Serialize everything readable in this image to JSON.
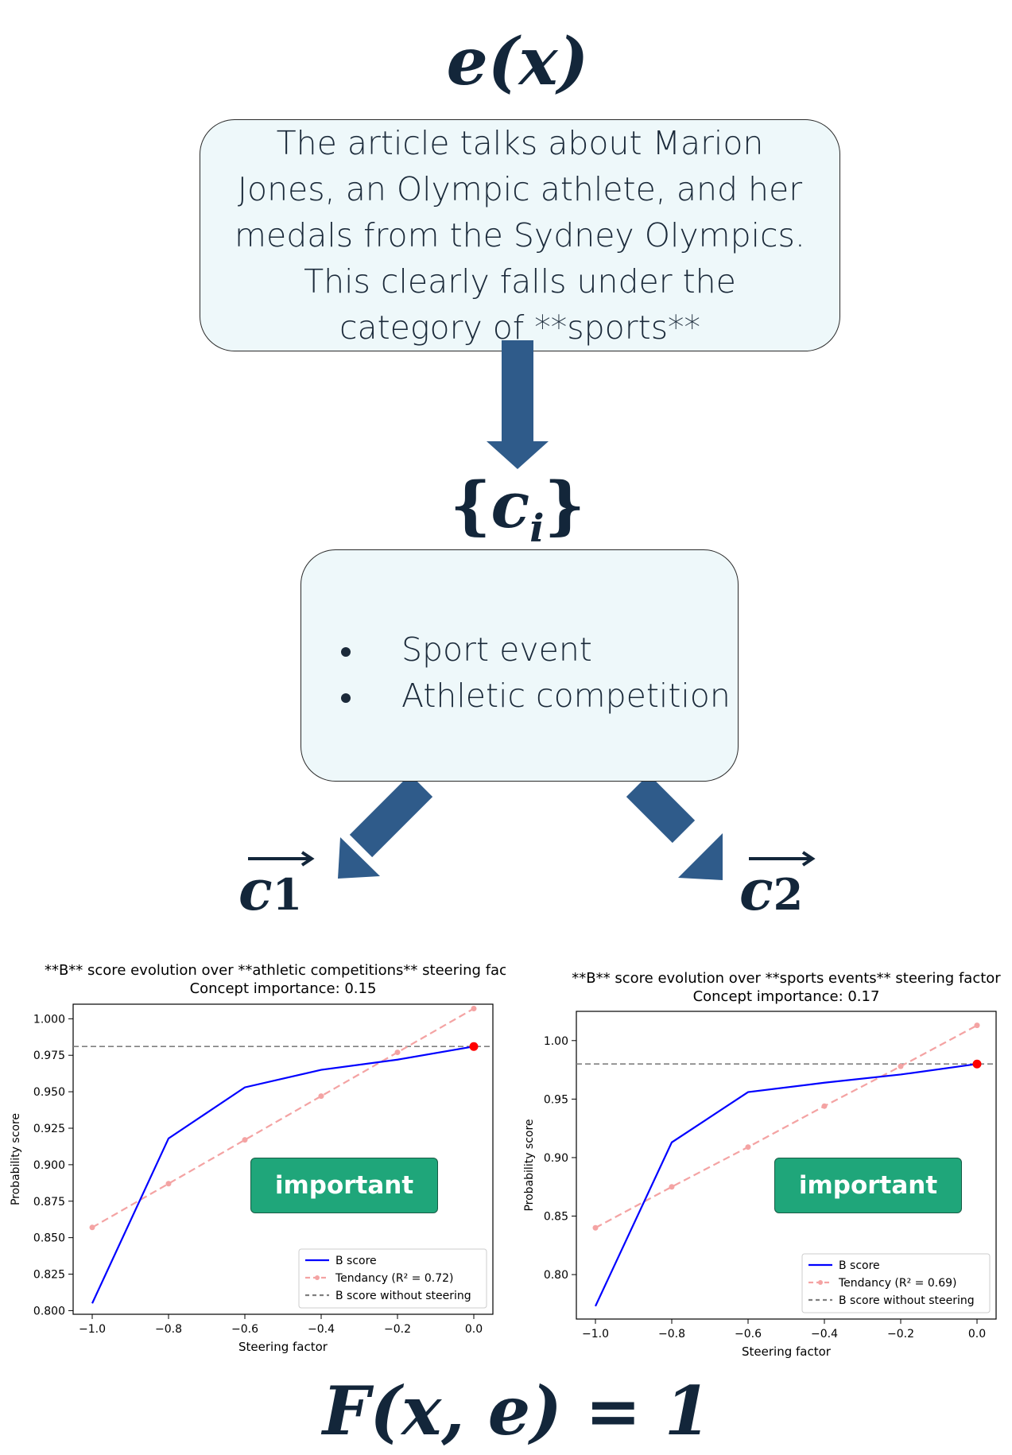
{
  "explanation": {
    "label": "e(x)",
    "text": "The article talks about Marion Jones, an Olympic athlete, and her medals from the Sydney Olympics. This clearly falls under the category of **sports**"
  },
  "concepts": {
    "label": "{c_i}",
    "items": [
      "Sport event",
      "Athletic competition"
    ]
  },
  "vectors": [
    {
      "base": "c",
      "sub": "1"
    },
    {
      "base": "c",
      "sub": "2"
    }
  ],
  "formula": "F(x, e) = 1",
  "colors": {
    "arrow": "#2f5b8a",
    "box_fill": "#eef8fa",
    "badge": "#1fa67a",
    "b_score": "#0000ff",
    "tendancy": "#f4a3a3",
    "baseline": "#808080",
    "endpoint": "#ff0000"
  },
  "chart_data": [
    {
      "type": "line",
      "title": "**B** score evolution over **athletic competitions** steering facto",
      "subtitle": "Concept importance: 0.15",
      "xlabel": "Steering factor",
      "ylabel": "Probability score",
      "xlim": [
        -1.05,
        0.05
      ],
      "ylim": [
        0.7975,
        1.01
      ],
      "xticks": [
        -1.0,
        -0.8,
        -0.6,
        -0.4,
        -0.2,
        0.0
      ],
      "xtick_labels": [
        "−1.0",
        "−0.8",
        "−0.6",
        "−0.4",
        "−0.2",
        "0.0"
      ],
      "yticks": [
        0.8,
        0.825,
        0.85,
        0.875,
        0.9,
        0.925,
        0.95,
        0.975,
        1.0
      ],
      "ytick_labels": [
        "0.800",
        "0.825",
        "0.850",
        "0.875",
        "0.900",
        "0.925",
        "0.950",
        "0.975",
        "1.000"
      ],
      "x": [
        -1.0,
        -0.8,
        -0.6,
        -0.4,
        -0.2,
        0.0
      ],
      "series": [
        {
          "name": "B score",
          "style": "solid",
          "values": [
            0.805,
            0.918,
            0.953,
            0.965,
            0.972,
            0.981
          ]
        },
        {
          "name": "Tendancy (R² = 0.72)",
          "style": "dashed-markers",
          "values": [
            0.857,
            0.887,
            0.917,
            0.947,
            0.977,
            1.007
          ]
        },
        {
          "name": "B score without steering",
          "style": "dashed",
          "values": [
            0.981,
            0.981,
            0.981,
            0.981,
            0.981,
            0.981
          ]
        }
      ],
      "highlight_point": [
        0.0,
        0.981
      ],
      "legend": "lower-right",
      "badge": "important"
    },
    {
      "type": "line",
      "title": "**B** score evolution over **sports events** steering factor",
      "subtitle": "Concept importance: 0.17",
      "xlabel": "Steering factor",
      "ylabel": "Probability score",
      "xlim": [
        -1.05,
        0.05
      ],
      "ylim": [
        0.762,
        1.025
      ],
      "xticks": [
        -1.0,
        -0.8,
        -0.6,
        -0.4,
        -0.2,
        0.0
      ],
      "xtick_labels": [
        "−1.0",
        "−0.8",
        "−0.6",
        "−0.4",
        "−0.2",
        "0.0"
      ],
      "yticks": [
        0.8,
        0.85,
        0.9,
        0.95,
        1.0
      ],
      "ytick_labels": [
        "0.80",
        "0.85",
        "0.90",
        "0.95",
        "1.00"
      ],
      "x": [
        -1.0,
        -0.8,
        -0.6,
        -0.4,
        -0.2,
        0.0
      ],
      "series": [
        {
          "name": "B score",
          "style": "solid",
          "values": [
            0.773,
            0.913,
            0.956,
            0.964,
            0.971,
            0.98
          ]
        },
        {
          "name": "Tendancy (R² = 0.69)",
          "style": "dashed-markers",
          "values": [
            0.84,
            0.875,
            0.909,
            0.944,
            0.978,
            1.013
          ]
        },
        {
          "name": "B score without steering",
          "style": "dashed",
          "values": [
            0.98,
            0.98,
            0.98,
            0.98,
            0.98,
            0.98
          ]
        }
      ],
      "highlight_point": [
        0.0,
        0.98
      ],
      "legend": "lower-right",
      "badge": "important"
    }
  ]
}
